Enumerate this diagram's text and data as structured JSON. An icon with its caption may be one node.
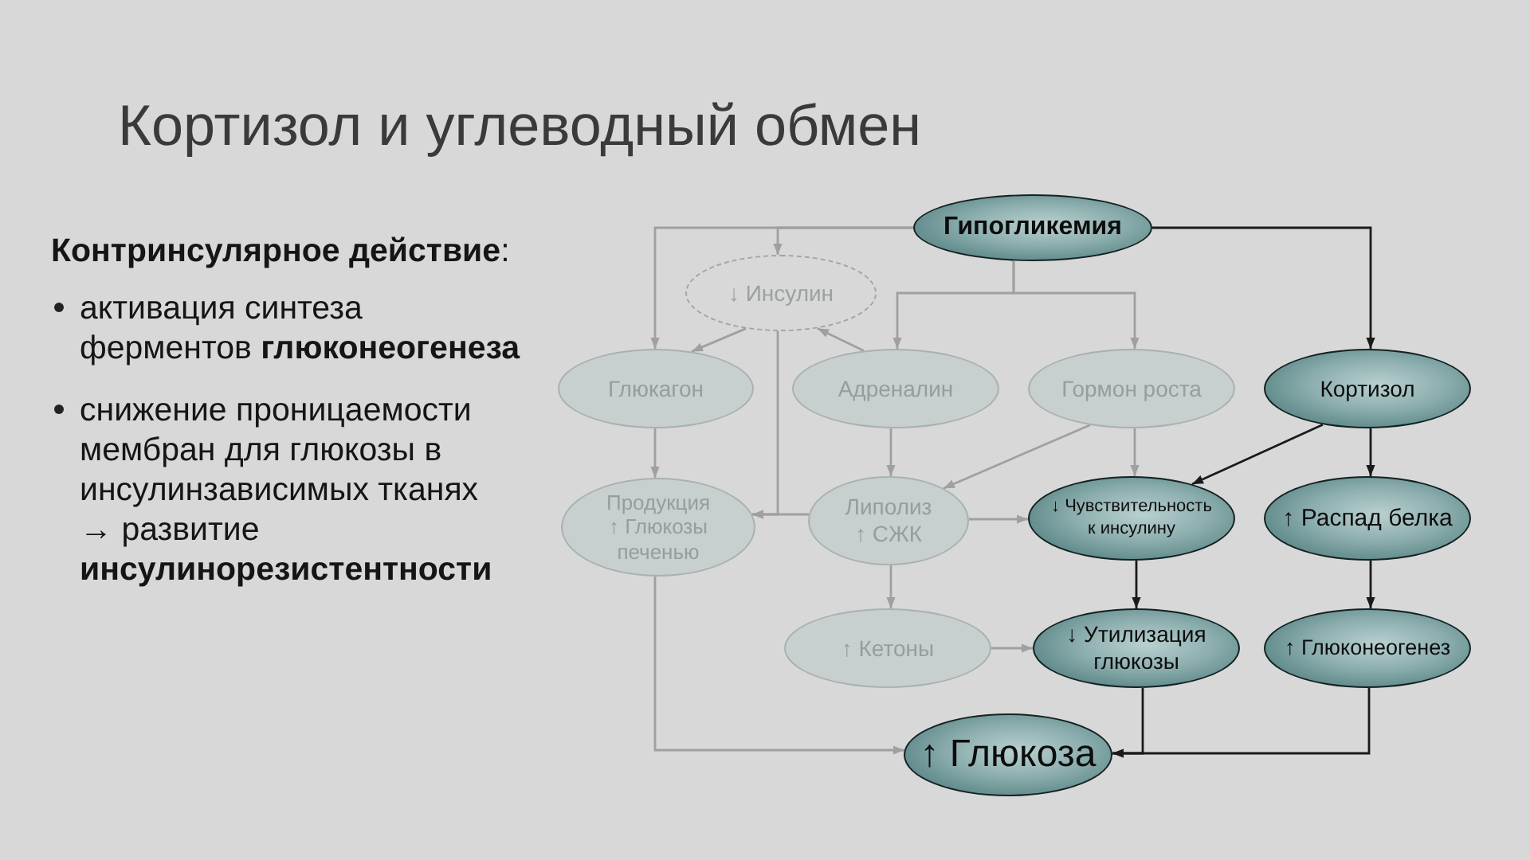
{
  "diagram": {
    "title": "Кортизол и углеводный обмен",
    "nodes": [
      {
        "text": [
          "Гипогликемия"
        ]
      },
      {
        "text": [
          "↓ Инсулин"
        ]
      },
      {
        "text": [
          "Глюкагон"
        ]
      },
      {
        "text": [
          "Адреналин"
        ]
      },
      {
        "text": [
          "Гормон роста"
        ]
      },
      {
        "text": [
          "Кортизол"
        ]
      },
      {
        "text": [
          "Продукция ↑ Глюкозы печенью"
        ]
      },
      {
        "text": [
          "Липолиз ↑ СЖК"
        ]
      },
      {
        "text": [
          "↓ Чувствительность к инсулину"
        ]
      },
      {
        "text": [
          "↑ Распад белка"
        ]
      },
      {
        "text": [
          "↑ Кетоны"
        ]
      },
      {
        "text": [
          "↓ Утилизация глюкозы"
        ]
      },
      {
        "text": [
          "↑ Глюконеогенез"
        ]
      },
      {
        "text": [
          "↑ Глюкоза"
        ]
      }
    ],
    "edges": [
      {
        "from": 0,
        "to": 2,
        "arrow": "to"
      },
      {
        "from": 0,
        "to": 1,
        "arrow": "to"
      },
      {
        "from": 0,
        "to": 3,
        "arrow": "to"
      },
      {
        "from": 0,
        "to": 4,
        "arrow": "to"
      },
      {
        "from": 0,
        "to": 5,
        "arrow": "to",
        "color": "#1a1a1a"
      },
      {
        "from": 1,
        "to": 2,
        "arrow": "to"
      },
      {
        "from": 3,
        "to": 1,
        "arrow": "to"
      },
      {
        "from": 1,
        "to": 6,
        "arrow": "to"
      },
      {
        "from": 7,
        "to": 6,
        "arrow": "to"
      },
      {
        "from": 2,
        "to": 6,
        "arrow": "to"
      },
      {
        "from": 3,
        "to": 7,
        "arrow": "to"
      },
      {
        "from": 4,
        "to": 7,
        "arrow": "to"
      },
      {
        "from": 4,
        "to": 8,
        "arrow": "to"
      },
      {
        "from": 5,
        "to": 8,
        "arrow": "to",
        "color": "#1a1a1a"
      },
      {
        "from": 5,
        "to": 9,
        "arrow": "to",
        "color": "#1a1a1a"
      },
      {
        "from": 7,
        "to": 8,
        "arrow": "to"
      },
      {
        "from": 7,
        "to": 10,
        "arrow": "to"
      },
      {
        "from": 10,
        "to": 11,
        "arrow": "to"
      },
      {
        "from": 8,
        "to": 11,
        "arrow": "to",
        "color": "#1a1a1a"
      },
      {
        "from": 9,
        "to": 12,
        "arrow": "to",
        "color": "#1a1a1a"
      },
      {
        "from": 11,
        "to": 13,
        "arrow": "to",
        "color": "#1a1a1a"
      },
      {
        "from": 12,
        "to": 13,
        "arrow": "to",
        "color": "#1a1a1a"
      },
      {
        "from": 6,
        "to": 13,
        "arrow": "to"
      }
    ],
    "labels": [
      "**Контринсулярное действие**:",
      "активация синтеза ферментов **глюконеогенеза**",
      "снижение проницаемости мембран для глюкозы в инсулинзависимых тканях → развитие **инсулинорезистентности**"
    ]
  }
}
